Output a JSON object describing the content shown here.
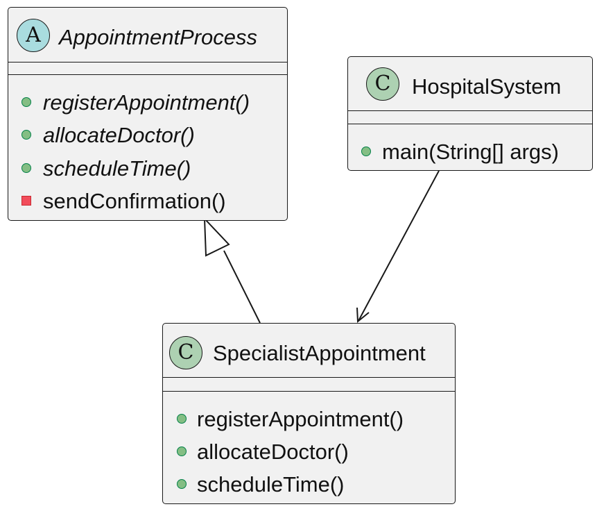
{
  "diagram": {
    "classes": {
      "appointment_process": {
        "stereotype_letter": "A",
        "stereotype_color": "#a9dcdf",
        "name": "AppointmentProcess",
        "methods": [
          {
            "visibility": "public",
            "label": "registerAppointment()"
          },
          {
            "visibility": "public",
            "label": "allocateDoctor()"
          },
          {
            "visibility": "public",
            "label": "scheduleTime()"
          },
          {
            "visibility": "private",
            "label": "sendConfirmation()"
          }
        ]
      },
      "hospital_system": {
        "stereotype_letter": "C",
        "stereotype_color": "#add1b2",
        "name": "HospitalSystem",
        "methods": [
          {
            "visibility": "public",
            "label": "main(String[] args)"
          }
        ]
      },
      "specialist_appointment": {
        "stereotype_letter": "C",
        "stereotype_color": "#add1b2",
        "name": "SpecialistAppointment",
        "methods": [
          {
            "visibility": "public",
            "label": "registerAppointment()"
          },
          {
            "visibility": "public",
            "label": "allocateDoctor()"
          },
          {
            "visibility": "public",
            "label": "scheduleTime()"
          }
        ]
      }
    },
    "relationships": [
      {
        "type": "inheritance",
        "from": "SpecialistAppointment",
        "to": "AppointmentProcess"
      },
      {
        "type": "dependency",
        "from": "HospitalSystem",
        "to": "SpecialistAppointment"
      }
    ]
  }
}
